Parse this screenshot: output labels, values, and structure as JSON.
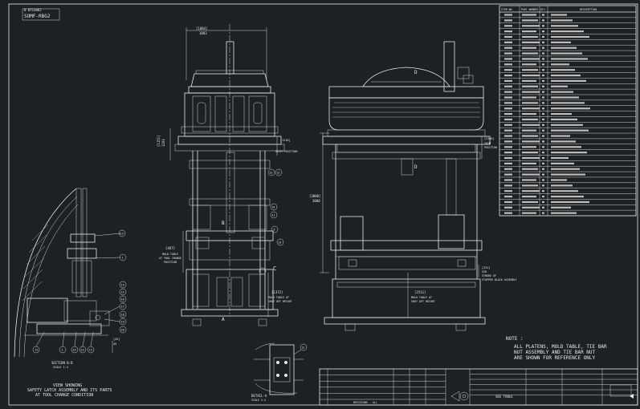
{
  "sheet": {
    "top_left_ref": "B 0713062",
    "top_left_id": "SOMF-RBG2"
  },
  "detail_left": {
    "caption_line1": "VIEW SHOWING",
    "caption_line2": "SAFETY LATCH ASSEMBLY AND ITS PARTS",
    "caption_line3": "AT TOOL CHANGE CONDITION",
    "section_label": "SECTION B-B",
    "section_scale": "SCALE 1:4",
    "balloons": [
      "13",
      "1",
      "14",
      "15",
      "16",
      "17",
      "18",
      "19",
      "20",
      "21",
      "22",
      "23"
    ]
  },
  "front_view": {
    "dim_top": "[1084]",
    "dim_top_sub": "1083",
    "dim_left": "[1151]",
    "dim_left_sub": "1203",
    "dim_right": "[1210]",
    "dim_right_sub": "SHIM POSITION",
    "dim_mid": "[467]",
    "dim_mid_text1": "MOLD TABLE",
    "dim_mid_text2": "AT TOOL CHANGE",
    "dim_mid_text3": "POSITION",
    "dim_low": "[1372]",
    "dim_low_text1": "MOLD TABLE AT",
    "dim_low_text2": "SHUT OFF HEIGHT",
    "letter_c": "C",
    "letter_b": "B",
    "letter_a": "A"
  },
  "side_view": {
    "letter_d": "D",
    "dim_left": "[3000]",
    "dim_left_sub": "3000",
    "dim_right": "[2346]",
    "dim_right_sub1": "SHIM",
    "dim_right_sub2": "POSITION",
    "dim_low": "[2511]",
    "dim_low_sub1": "MOLD TABLE AT",
    "dim_low_sub2": "SHUT OFF HEIGHT",
    "dim_stop": "[251]",
    "dim_stop_sub1": "SID",
    "dim_stop_sub2": "STROKE OF",
    "dim_stop_sub3": "STOPPER BLOCK ASSEMBLY"
  },
  "detail_a": {
    "label": "DETAIL-A",
    "scale": "SCALE 1:4",
    "balloon": "13"
  },
  "note": {
    "title": "NOTE :",
    "line1": "ALL PLATENS, MOLD TABLE, TIE BAR",
    "line2": "NUT ASSEMBLY AND TIE BAR NUT",
    "line3": "ARE SHOWN FOR REFERENCE ONLY"
  },
  "bom": {
    "headers": [
      "ITEM NO.",
      "PART NUMBER",
      "QTY.",
      "DESCRIPTION"
    ],
    "row_count": 37
  },
  "title_block": {
    "center_label": "SEE TABLE",
    "rev_label": "REVISIONS - ALL"
  }
}
